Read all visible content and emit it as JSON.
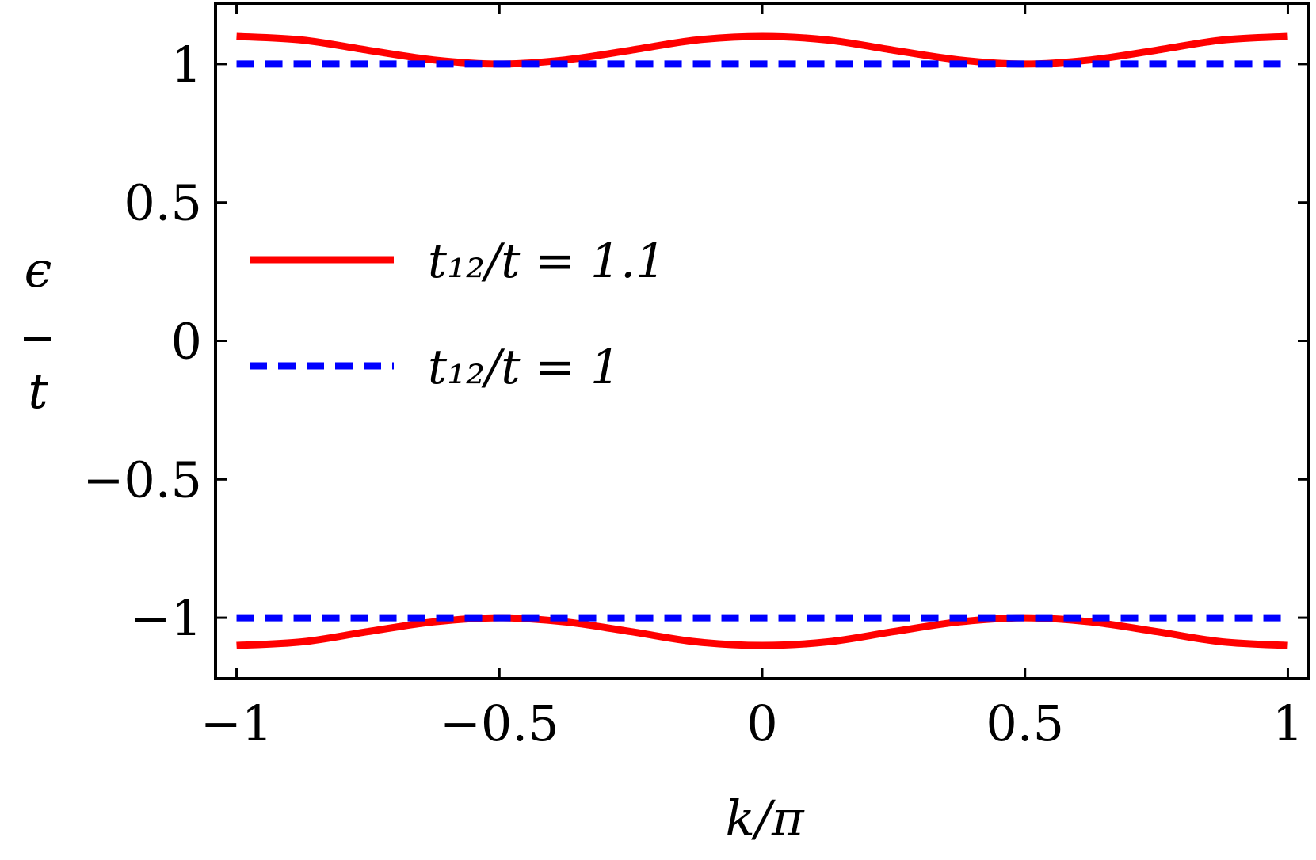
{
  "chart_data": {
    "type": "line",
    "xlabel": "k/π",
    "ylabel_numerator": "ϵ",
    "ylabel_denominator": "t",
    "xlim": [
      -1.04,
      1.04
    ],
    "ylim": [
      -1.22,
      1.22
    ],
    "xticks": [
      {
        "value": -1,
        "label": "−1"
      },
      {
        "value": -0.5,
        "label": "−0.5"
      },
      {
        "value": 0,
        "label": "0"
      },
      {
        "value": 0.5,
        "label": "0.5"
      },
      {
        "value": 1,
        "label": "1"
      }
    ],
    "yticks": [
      {
        "value": 1,
        "label": "1"
      },
      {
        "value": 0.5,
        "label": "0.5"
      },
      {
        "value": 0,
        "label": "0"
      },
      {
        "value": -0.5,
        "label": "−0.5"
      },
      {
        "value": -1,
        "label": "−1"
      }
    ],
    "legend_position": "center-left",
    "series": [
      {
        "name": "t₁₂/t = 1.1",
        "color": "#ff0000",
        "style": "solid",
        "branches": [
          {
            "x": [
              -1,
              -0.875,
              -0.75,
              -0.625,
              -0.5,
              -0.375,
              -0.25,
              -0.125,
              0,
              0.125,
              0.25,
              0.375,
              0.5,
              0.625,
              0.75,
              0.875,
              1
            ],
            "y": [
              1.1,
              1.087,
              1.05,
              1.015,
              1.0,
              1.015,
              1.05,
              1.087,
              1.1,
              1.087,
              1.05,
              1.015,
              1.0,
              1.015,
              1.05,
              1.087,
              1.1
            ]
          },
          {
            "x": [
              -1,
              -0.875,
              -0.75,
              -0.625,
              -0.5,
              -0.375,
              -0.25,
              -0.125,
              0,
              0.125,
              0.25,
              0.375,
              0.5,
              0.625,
              0.75,
              0.875,
              1
            ],
            "y": [
              -1.1,
              -1.087,
              -1.05,
              -1.015,
              -1.0,
              -1.015,
              -1.05,
              -1.087,
              -1.1,
              -1.087,
              -1.05,
              -1.015,
              -1.0,
              -1.015,
              -1.05,
              -1.087,
              -1.1
            ]
          }
        ]
      },
      {
        "name": "t₁₂/t = 1",
        "color": "#0000ff",
        "style": "dashed",
        "branches": [
          {
            "x": [
              -1,
              1
            ],
            "y": [
              1,
              1
            ]
          },
          {
            "x": [
              -1,
              1
            ],
            "y": [
              -1,
              -1
            ]
          }
        ]
      }
    ]
  }
}
